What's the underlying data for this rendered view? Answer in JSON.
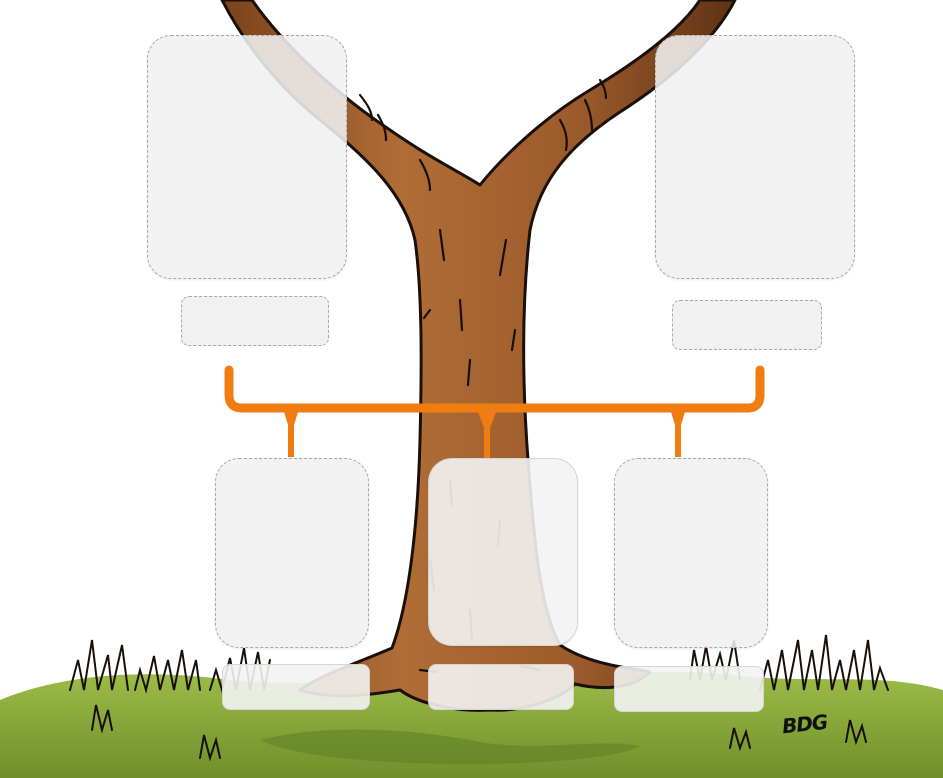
{
  "scene": {
    "type": "family-tree-template",
    "signature": "BDG",
    "colors": {
      "trunk": "#9a5a2b",
      "trunk_shadow": "#5f3214",
      "trunk_highlight": "#c98a4f",
      "outline": "#1a1009",
      "connector": "#f07d12",
      "grass": "#8caf3b",
      "grass_dark": "#5f7f25",
      "slot_fill": "#f0f0f0",
      "slot_border": "#a8a8a8"
    }
  },
  "parents": [
    {
      "name": "parent-left"
    },
    {
      "name": "parent-right"
    }
  ],
  "children": [
    {
      "name": "child-left"
    },
    {
      "name": "child-middle"
    },
    {
      "name": "child-right"
    }
  ]
}
